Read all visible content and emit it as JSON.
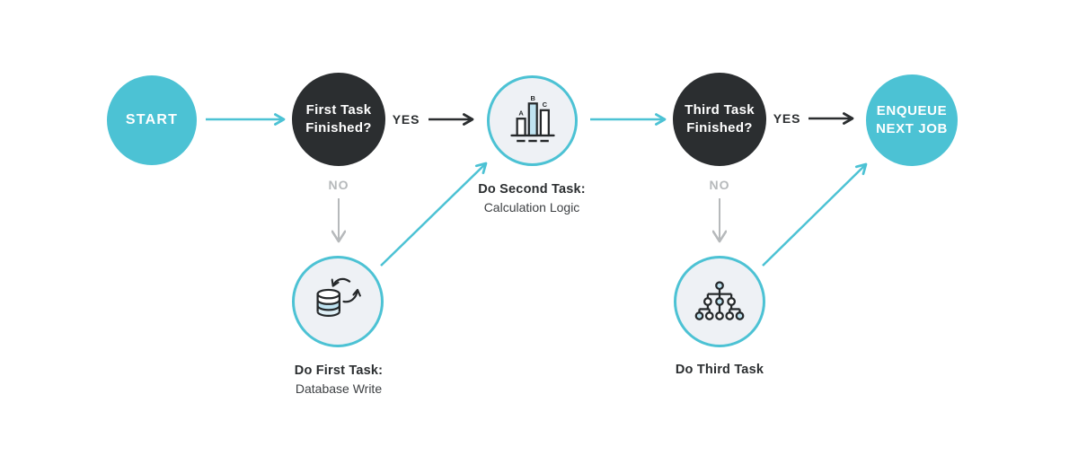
{
  "colors": {
    "accent_cyan": "#4cc2d4",
    "node_dark": "#2b2e30",
    "node_light_fill": "#eef1f5",
    "icon_accent": "#bfe3f1",
    "muted_gray": "#b6b9bb"
  },
  "nodes": {
    "start": {
      "label": "START"
    },
    "first_decision": {
      "line1": "First Task",
      "line2": "Finished?"
    },
    "second_task": {
      "icon": "bar-chart-icon"
    },
    "third_decision": {
      "line1": "Third Task",
      "line2": "Finished?"
    },
    "enqueue": {
      "line1": "ENQUEUE",
      "line2": "NEXT JOB"
    },
    "first_task": {
      "icon": "database-sync-icon"
    },
    "third_task": {
      "icon": "org-tree-icon"
    }
  },
  "captions": {
    "second_task": {
      "title": "Do Second Task:",
      "subtitle": "Calculation Logic"
    },
    "first_task": {
      "title": "Do First Task:",
      "subtitle": "Database Write"
    },
    "third_task": {
      "title": "Do Third Task"
    }
  },
  "edge_labels": {
    "yes_first": "YES",
    "no_first": "NO",
    "yes_third": "YES",
    "no_third": "NO"
  },
  "bar_chart_icon": {
    "bar_a_label": "A",
    "bar_b_label": "B",
    "bar_c_label": "C"
  }
}
